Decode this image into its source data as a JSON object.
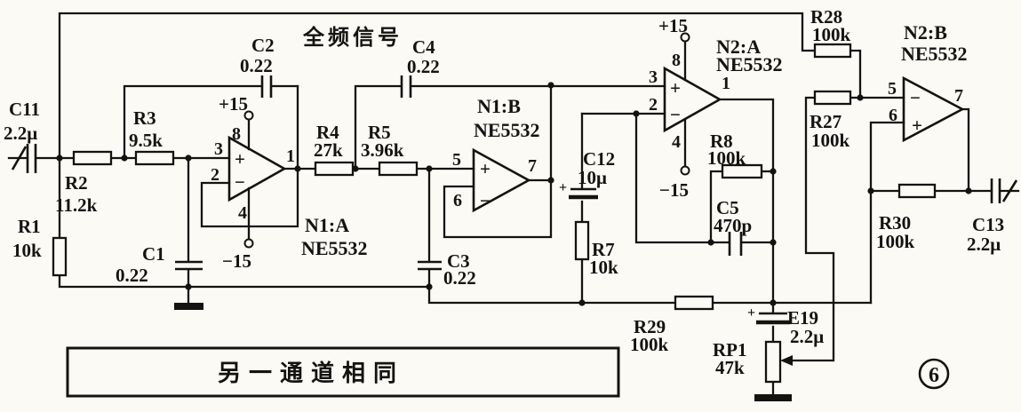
{
  "labels": {
    "signal": "全频信号",
    "note": "另一通道相同",
    "figure": "6"
  },
  "op": {
    "n1a": {
      "name": "N1:A",
      "part": "NE5532",
      "pins": {
        "in_top": "3",
        "in_bot": "2",
        "out": "1",
        "vcc": "8",
        "vee": "4"
      },
      "signs": {
        "top": "+",
        "bot": "−"
      },
      "rails": {
        "pos": "+15",
        "neg": "−15"
      }
    },
    "n1b": {
      "name": "N1:B",
      "part": "NE5532",
      "pins": {
        "in_top": "5",
        "in_bot": "6",
        "out": "7"
      },
      "signs": {
        "top": "+",
        "bot": "−"
      }
    },
    "n2a": {
      "name": "N2:A",
      "part": "NE5532",
      "pins": {
        "in_top": "3",
        "in_bot": "2",
        "out": "1",
        "vcc": "8",
        "vee": "4"
      },
      "signs": {
        "top": "+",
        "bot": "−"
      },
      "rails": {
        "pos": "+15",
        "neg": "−15"
      }
    },
    "n2b": {
      "name": "N2:B",
      "part": "NE5532",
      "pins": {
        "in_top": "5",
        "in_bot": "6",
        "out": "7"
      },
      "signs": {
        "top": "−",
        "bot": "+"
      }
    }
  },
  "c": {
    "c11": {
      "ref": "C11",
      "val": "2.2μ"
    },
    "r1": {
      "ref": "R1",
      "val": "10k"
    },
    "r2": {
      "ref": "R2",
      "val": "11.2k"
    },
    "r3": {
      "ref": "R3",
      "val": "9.5k"
    },
    "c1": {
      "ref": "C1",
      "val": "0.22"
    },
    "c2": {
      "ref": "C2",
      "val": "0.22"
    },
    "r4": {
      "ref": "R4",
      "val": "27k"
    },
    "r5": {
      "ref": "R5",
      "val": "3.96k"
    },
    "c4": {
      "ref": "C4",
      "val": "0.22"
    },
    "c3": {
      "ref": "C3",
      "val": "0.22"
    },
    "c12": {
      "ref": "C12",
      "val": "10μ",
      "pol": "+"
    },
    "r7": {
      "ref": "R7",
      "val": "10k"
    },
    "r8": {
      "ref": "R8",
      "val": "100k"
    },
    "c5": {
      "ref": "C5",
      "val": "470p"
    },
    "r28": {
      "ref": "R28",
      "val": "100k"
    },
    "r27": {
      "ref": "R27",
      "val": "100k"
    },
    "r29": {
      "ref": "R29",
      "val": "100k"
    },
    "r30": {
      "ref": "R30",
      "val": "100k"
    },
    "e19": {
      "ref": "E19",
      "val": "2.2μ",
      "pol": "+"
    },
    "rp1": {
      "ref": "RP1",
      "val": "47k"
    },
    "c13": {
      "ref": "C13",
      "val": "2.2μ"
    }
  }
}
